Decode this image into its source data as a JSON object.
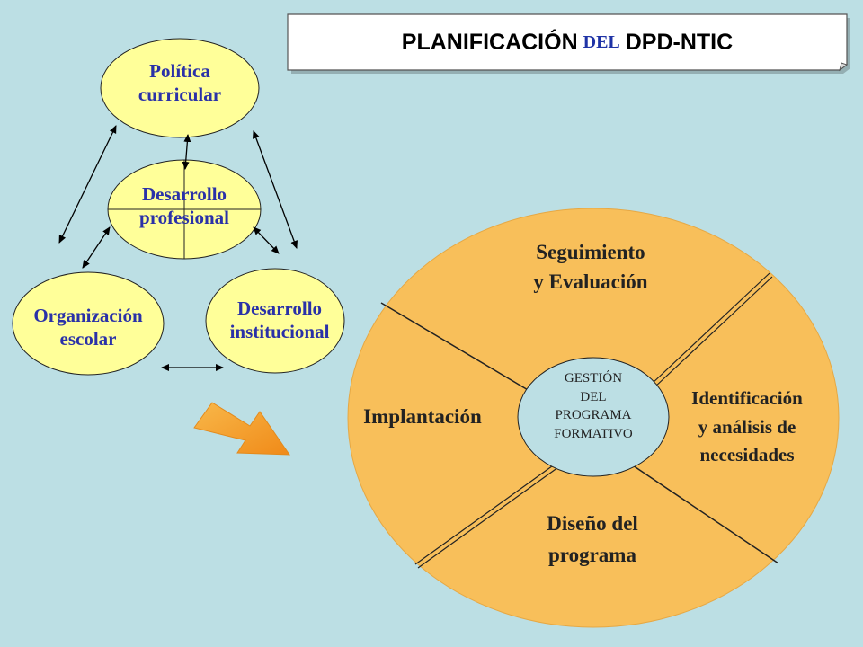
{
  "title": {
    "part1": "PLANIFICACIÓN",
    "part2": "DEL",
    "part3": "DPD-NTIC"
  },
  "left_diagram": {
    "politica": "Política\ncurricular",
    "desarrollo_profesional": "Desarrollo\nprofesional",
    "organizacion": "Organización\nescolar",
    "desarrollo_institucional": "Desarrollo\ninstitucional"
  },
  "cycle": {
    "seguimiento": "Seguimiento\ny Evaluación",
    "identificacion": "Identificación\ny análisis de\nnecesidades",
    "diseno": "Diseño del\nprograma",
    "implantacion": "Implantación",
    "center": "GESTIÓN\nDEL\nPROGRAMA\nFORMATIVO"
  },
  "colors": {
    "background": "#bcdfe4",
    "ellipse_fill": "#ffff99",
    "cycle_fill": "#f8bf5a",
    "center_fill": "#bcdfe4",
    "arrow_fill": "#f5a030",
    "label_blue": "#2a31a8"
  }
}
